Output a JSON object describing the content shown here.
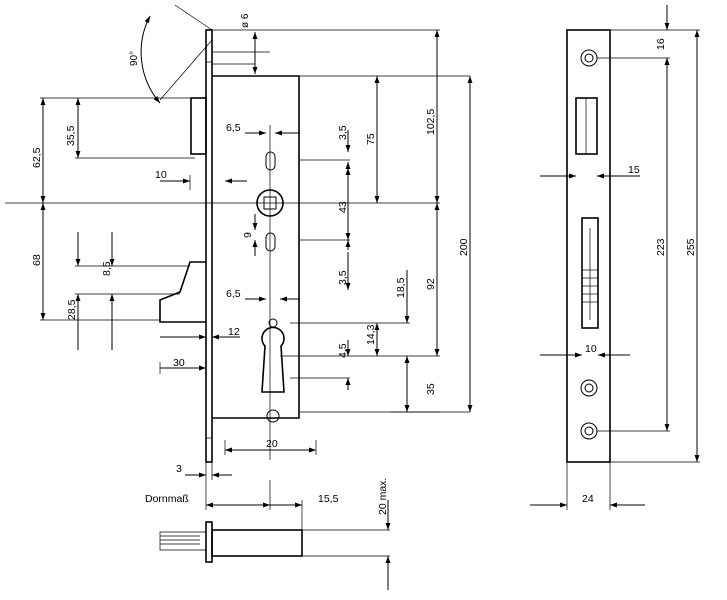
{
  "dimensions": {
    "d_phi6": "ø 6",
    "d_angle": "90°",
    "d_35_5": "35,5",
    "d_62_5": "62,5",
    "d_6_5a": "6,5",
    "d_3_5a": "3,5",
    "d_75": "75",
    "d_102_5": "102,5",
    "d_200": "200",
    "d_10a": "10",
    "d_43": "43",
    "d_9": "9",
    "d_68": "68",
    "d_8_5": "8,5",
    "d_28_5": "28,5",
    "d_3_5b": "3,5",
    "d_92": "92",
    "d_18_5": "18,5",
    "d_6_5b": "6,5",
    "d_14_3": "14,3",
    "d_12": "12",
    "d_4_5": "4,5",
    "d_30": "30",
    "d_35": "35",
    "d_20": "20",
    "d_3": "3",
    "d_dornmass": "Dornmaß",
    "d_15_5": "15,5",
    "d_20max": "20 max.",
    "d_16": "16",
    "d_15": "15",
    "d_223": "223",
    "d_255": "255",
    "d_10b": "10",
    "d_24": "24"
  }
}
